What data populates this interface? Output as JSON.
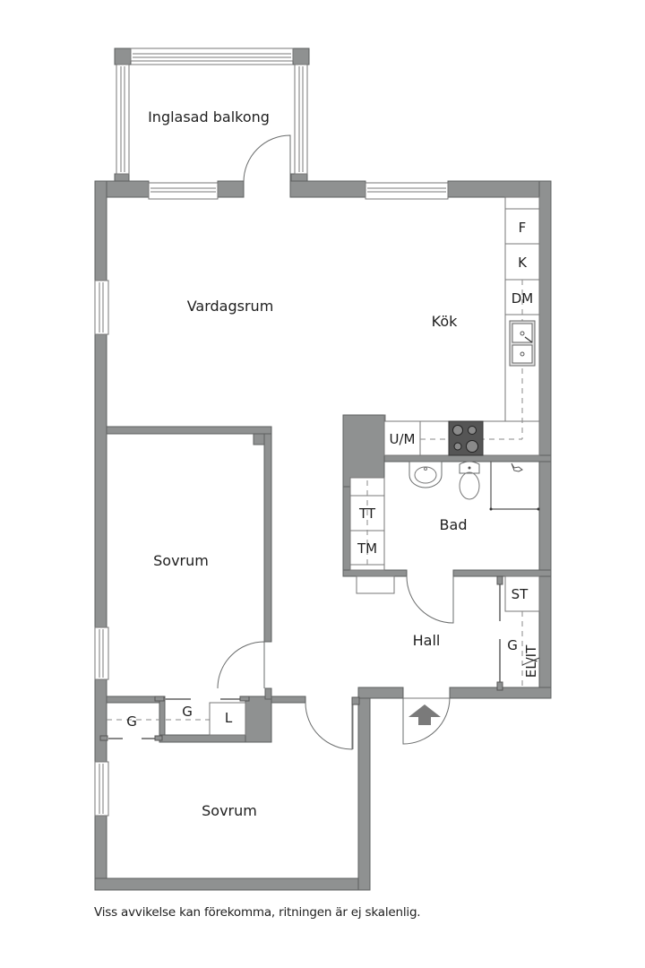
{
  "plan": {
    "rooms": {
      "balcony": "Inglasad balkong",
      "living": "Vardagsrum",
      "kitchen": "Kök",
      "bedroom1": "Sovrum",
      "bedroom2": "Sovrum",
      "bath": "Bad",
      "hall": "Hall"
    },
    "fixtures": {
      "fridge": "F",
      "freezer": "K",
      "dishwasher": "DM",
      "oven_micro": "U/M",
      "dryer": "TT",
      "washer": "TM",
      "storage": "ST",
      "wardrobe_hall": "G",
      "electric_it": "EL/IT",
      "wardrobe_bed1": "G",
      "wardrobe_bed2": "G",
      "linen": "L"
    },
    "icons": {
      "entrance": "entrance-arrow-icon"
    },
    "colors": {
      "wall": "#8f9191",
      "background": "#ffffff",
      "text": "#1e1e1e"
    }
  },
  "footer": {
    "disclaimer": "Viss avvikelse kan förekomma, ritningen är ej skalenlig."
  }
}
